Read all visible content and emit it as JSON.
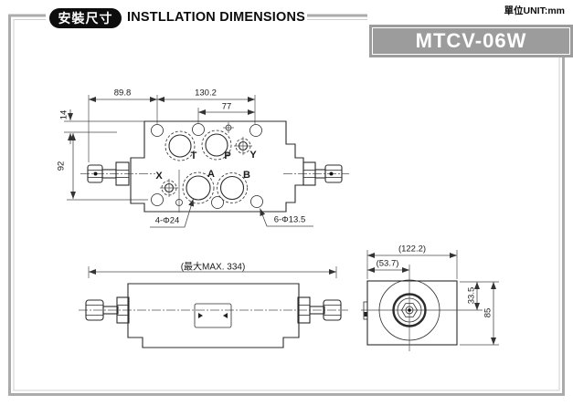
{
  "header": {
    "badge": "安裝尺寸",
    "title": "INSTLLATION DIMENSIONS",
    "unit": "單位UNIT:mm",
    "model": "MTCV-06W",
    "banner_color": "#9c9c9c",
    "badge_color": "#0d0d0d"
  },
  "top_view": {
    "dims": {
      "width_left": "89.8",
      "width_right": "130.2",
      "width_inner": "77",
      "top_offset": "14",
      "height": "92"
    },
    "ports": {
      "t": "T",
      "p": "P",
      "y": "Y",
      "x": "X",
      "a": "A",
      "b": "B"
    },
    "notes": {
      "port_holes": "4-Φ24",
      "mount_holes": "6-Φ13.5"
    }
  },
  "side_view": {
    "dims": {
      "max_length": "(最大MAX. 334)"
    }
  },
  "end_view": {
    "dims": {
      "width": "(122.2)",
      "knob_offset": "(53.7)",
      "center_offset": "33.5",
      "height": "85"
    }
  }
}
